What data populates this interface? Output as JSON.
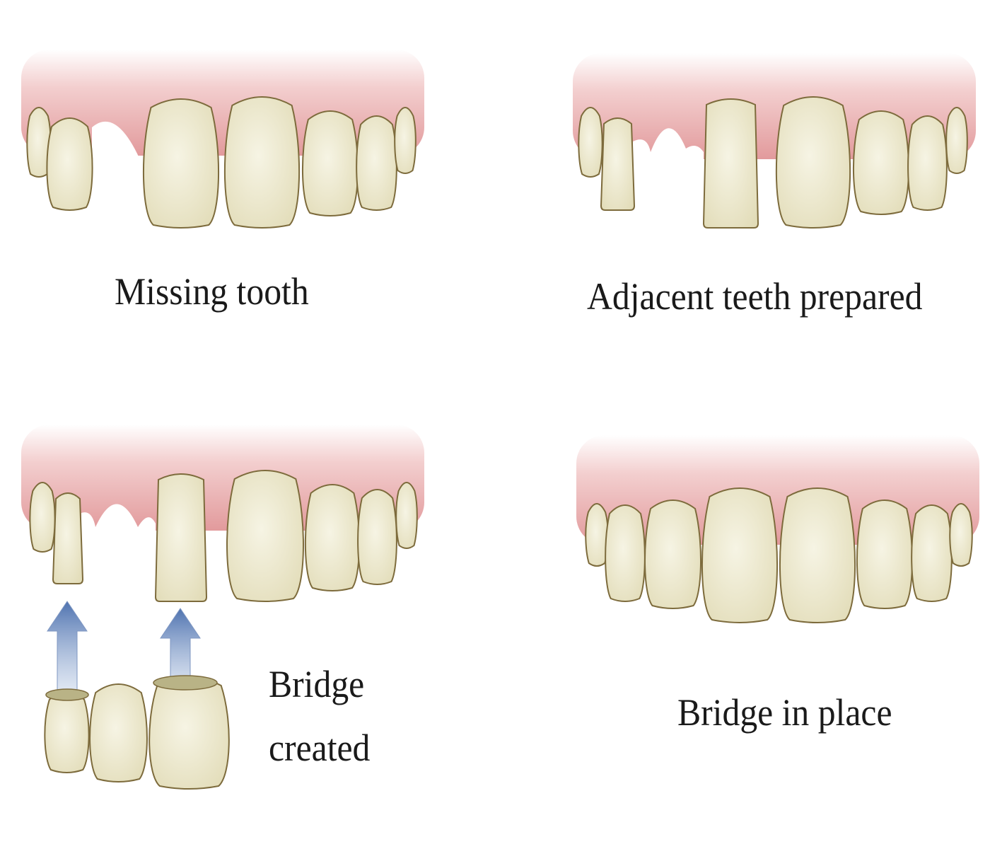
{
  "panels": [
    {
      "id": "missing",
      "label": "Missing tooth"
    },
    {
      "id": "prepared",
      "label": "Adjacent teeth prepared"
    },
    {
      "id": "created",
      "label_line1": "Bridge",
      "label_line2": "created"
    },
    {
      "id": "in-place",
      "label": "Bridge in place"
    }
  ],
  "colors": {
    "gum": "#e8a3a3",
    "tooth": "#ece8cf",
    "outline": "#7d6b3c",
    "arrow": "#5b7fb8"
  }
}
